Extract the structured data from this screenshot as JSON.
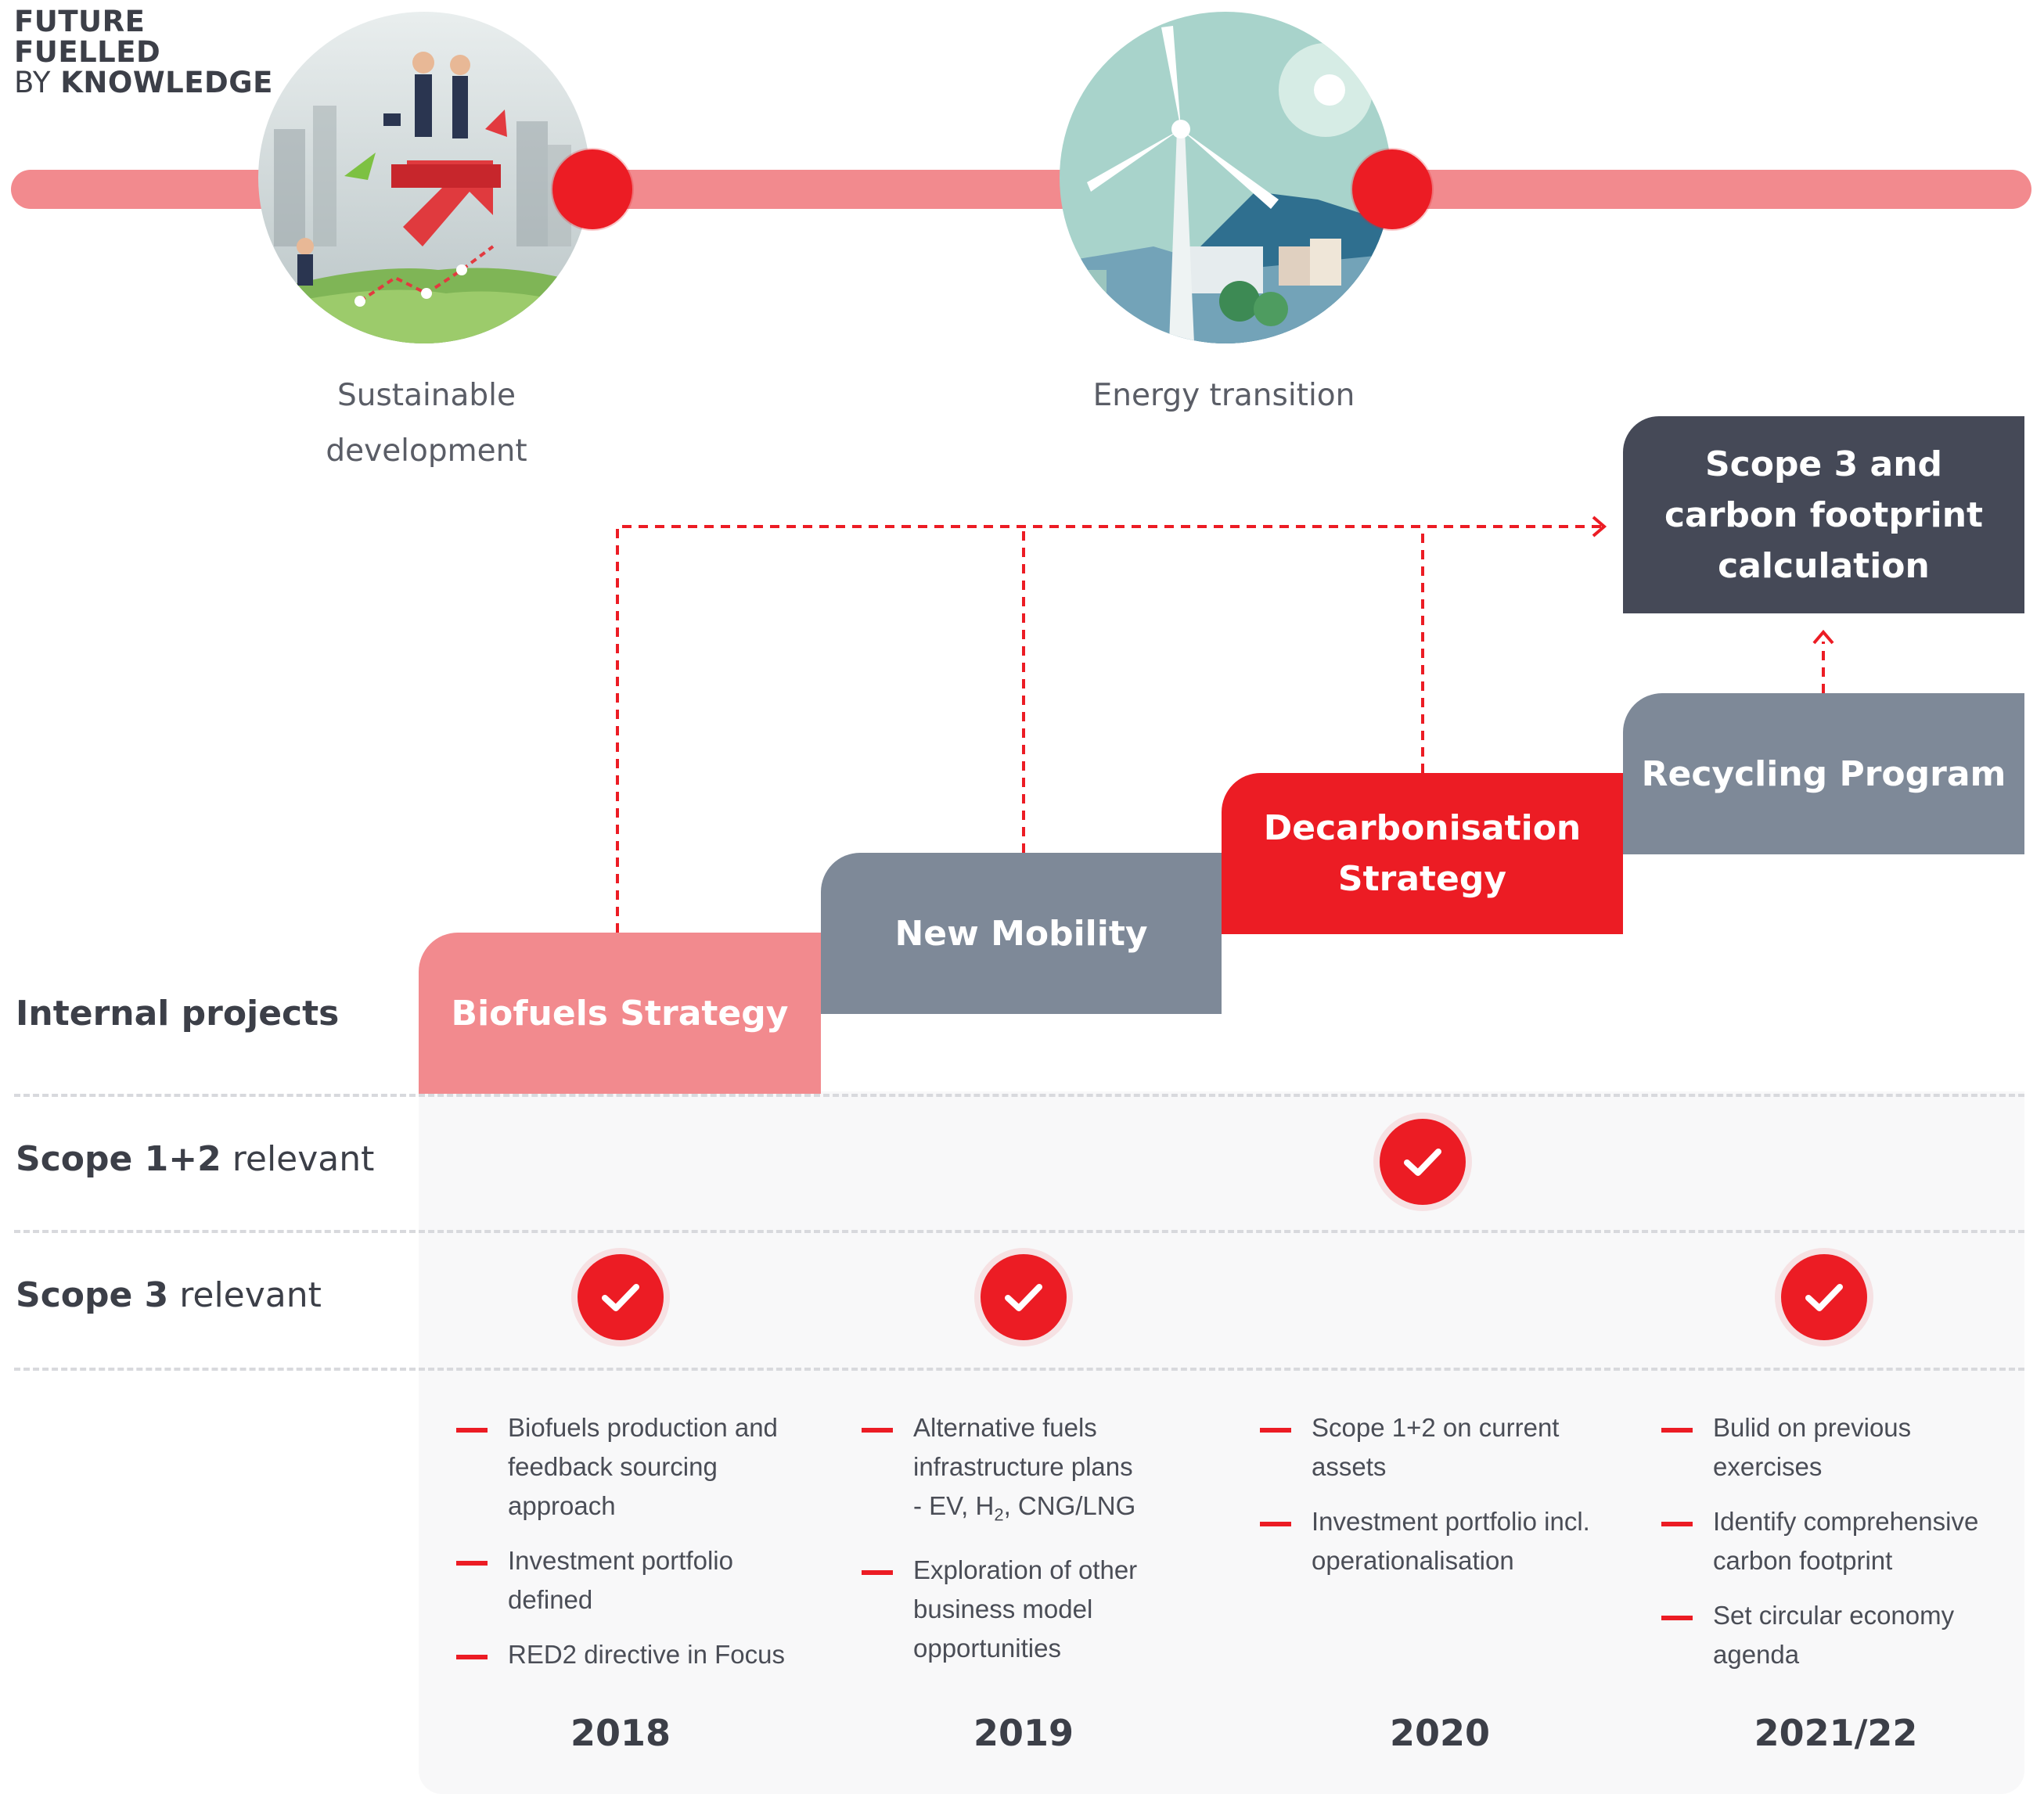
{
  "brand": {
    "line1": "FUTURE",
    "line2": "FUELLED",
    "line3_prefix": "BY ",
    "line3_bold": "KNOWLEDGE"
  },
  "topics": {
    "sustainable": {
      "line1": "Sustainable",
      "line2": "development"
    },
    "energy": {
      "line1": "Energy transition"
    }
  },
  "steps": {
    "biofuels": "Biofuels Strategy",
    "mobility": "New Mobility",
    "decarb_line1": "Decarbonisation",
    "decarb_line2": "Strategy",
    "recycling": "Recycling Program",
    "scope3_line1": "Scope 3 and",
    "scope3_line2": "carbon footprint",
    "scope3_line3": "calculation"
  },
  "rows": {
    "internal": "Internal projects",
    "scope12_bold": "Scope 1+2",
    "scope12_rest": " relevant",
    "scope3_bold": "Scope 3",
    "scope3_rest": " relevant"
  },
  "columns": [
    {
      "year": "2018",
      "scope12": false,
      "scope3": true,
      "bullets": [
        "Biofuels production and feedback sourcing approach",
        "Investment portfolio defined",
        "RED2 directive in Focus"
      ]
    },
    {
      "year": "2019",
      "scope12": false,
      "scope3": true,
      "bullets": [
        "Alternative fuels infrastructure plans",
        "Exploration of other business model opportunities"
      ],
      "bullet1_extra": {
        "prefix": "- EV, H",
        "sub": "2",
        "suffix": ", CNG/LNG"
      }
    },
    {
      "year": "2020",
      "scope12": true,
      "scope3": false,
      "bullets": [
        "Scope 1+2 on current assets",
        "Investment portfolio incl. operationalisation"
      ]
    },
    {
      "year": "2021/22",
      "scope12": false,
      "scope3": true,
      "bullets": [
        "Bulid on previous exercises",
        "Identify comprehensive carbon footprint",
        "Set circular economy agenda"
      ]
    }
  ],
  "colors": {
    "red": "#ec1c24",
    "pink": "#f28a8e",
    "gray": "#7e8998",
    "dark": "#454957"
  },
  "icons": [
    "people-on-arrow-illustration",
    "wind-turbine-illustration",
    "checkmark-icon"
  ]
}
